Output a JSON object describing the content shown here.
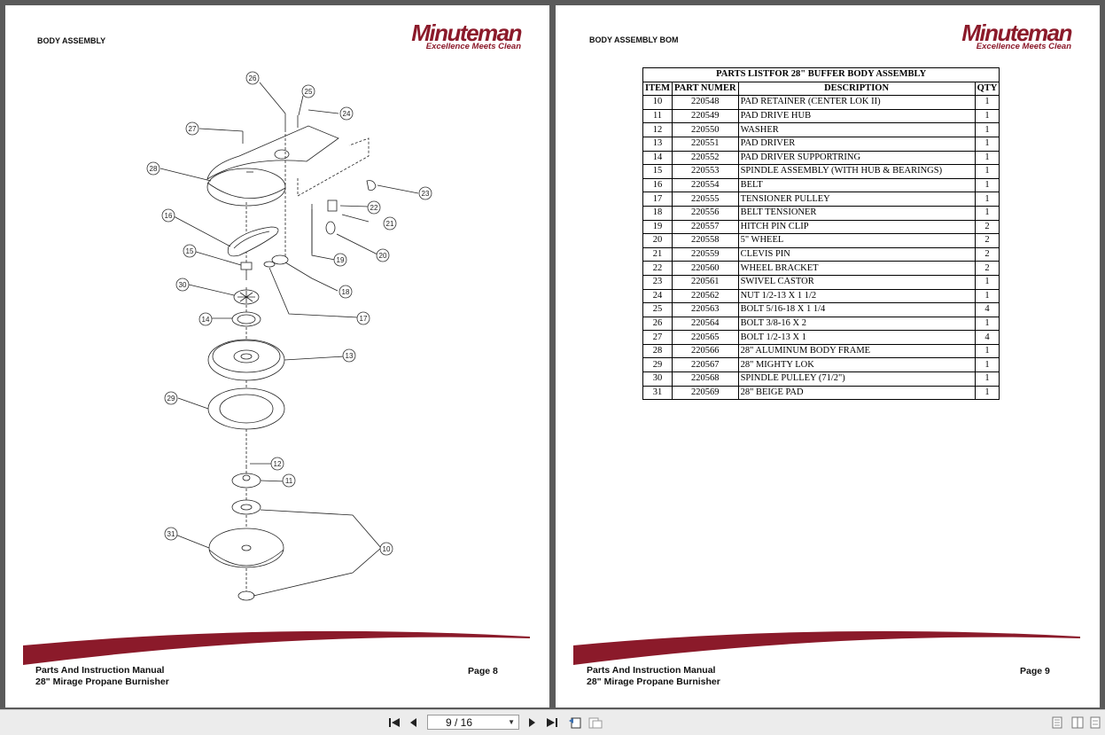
{
  "brand": {
    "name": "Minuteman",
    "tagline": "Excellence Meets Clean",
    "color": "#8b1a2a"
  },
  "left_page": {
    "section_title": "BODY ASSEMBLY",
    "footer_line1": "Parts And Instruction Manual",
    "footer_line2": "28\" Mirage Propane Burnisher",
    "page_label": "Page 8",
    "callouts": [
      "10",
      "11",
      "12",
      "13",
      "14",
      "15",
      "16",
      "17",
      "18",
      "19",
      "20",
      "21",
      "22",
      "23",
      "24",
      "25",
      "26",
      "27",
      "28",
      "29",
      "30",
      "31"
    ]
  },
  "right_page": {
    "section_title": "BODY ASSEMBLY BOM",
    "footer_line1": "Parts And Instruction Manual",
    "footer_line2": "28\" Mirage Propane Burnisher",
    "page_label": "Page 9",
    "table": {
      "title": "PARTS LISTFOR 28\"  BUFFER BODY ASSEMBLY",
      "headers": [
        "ITEM",
        "PART NUMER",
        "DESCRIPTION",
        "QTY"
      ],
      "rows": [
        [
          "10",
          "220548",
          "PAD RETAINER (CENTER LOK II)",
          "1"
        ],
        [
          "11",
          "220549",
          "PAD DRIVE HUB",
          "1"
        ],
        [
          "12",
          "220550",
          "WASHER",
          "1"
        ],
        [
          "13",
          "220551",
          "PAD DRIVER",
          "1"
        ],
        [
          "14",
          "220552",
          "PAD DRIVER SUPPORTRING",
          "1"
        ],
        [
          "15",
          "220553",
          "SPINDLE ASSEMBLY (WITH HUB & BEARINGS)",
          "1"
        ],
        [
          "16",
          "220554",
          "BELT",
          "1"
        ],
        [
          "17",
          "220555",
          "TENSIONER PULLEY",
          "1"
        ],
        [
          "18",
          "220556",
          "BELT TENSIONER",
          "1"
        ],
        [
          "19",
          "220557",
          "HITCH PIN CLIP",
          "2"
        ],
        [
          "20",
          "220558",
          "5\" WHEEL",
          "2"
        ],
        [
          "21",
          "220559",
          "CLEVIS PIN",
          "2"
        ],
        [
          "22",
          "220560",
          "WHEEL BRACKET",
          "2"
        ],
        [
          "23",
          "220561",
          "SWIVEL CASTOR",
          "1"
        ],
        [
          "24",
          "220562",
          "NUT 1/2-13 X 1 1/2",
          "1"
        ],
        [
          "25",
          "220563",
          "BOLT 5/16-18 X 1 1/4",
          "4"
        ],
        [
          "26",
          "220564",
          "BOLT 3/8-16 X 2",
          "1"
        ],
        [
          "27",
          "220565",
          "BOLT 1/2-13 X 1",
          "4"
        ],
        [
          "28",
          "220566",
          "28\" ALUMINUM BODY FRAME",
          "1"
        ],
        [
          "29",
          "220567",
          "28\" MIGHTY LOK",
          "1"
        ],
        [
          "30",
          "220568",
          "SPINDLE PULLEY (71/2\")",
          "1"
        ],
        [
          "31",
          "220569",
          "28\" BEIGE PAD",
          "1"
        ]
      ]
    }
  },
  "toolbar": {
    "page_indicator": "9 / 16",
    "first_icon": "first-page-icon",
    "prev_icon": "previous-page-icon",
    "next_icon": "next-page-icon",
    "last_icon": "last-page-icon",
    "dropdown_icon": "chevron-down-icon"
  }
}
